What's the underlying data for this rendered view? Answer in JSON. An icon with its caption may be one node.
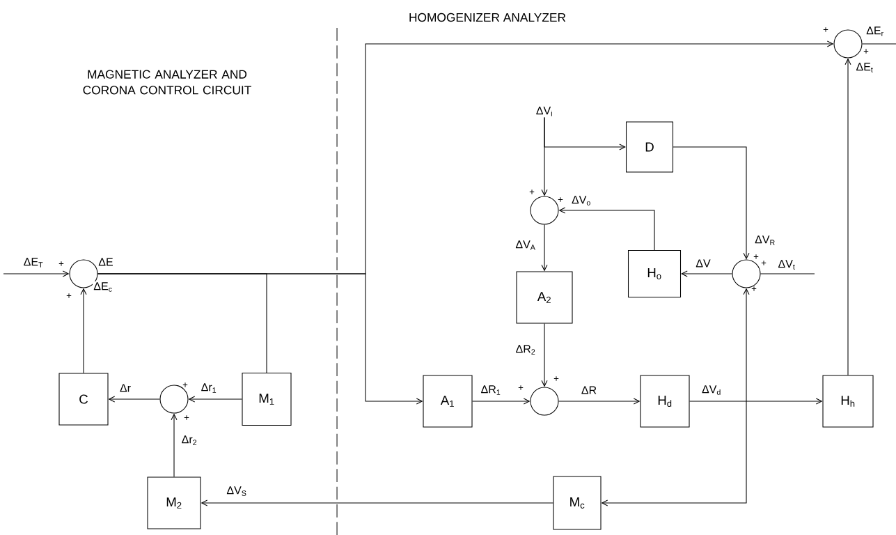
{
  "diagram": {
    "nodes": [
      {
        "text": [],
        "shape": "circle"
      },
      {
        "text": [
          "C"
        ]
      },
      {
        "text": [],
        "shape": "circle"
      },
      {
        "text": [
          "M$_{1}$"
        ]
      },
      {
        "text": [
          "M$_{2}$"
        ]
      },
      {
        "text": [
          "A$_{1}$"
        ]
      },
      {
        "text": [],
        "shape": "circle"
      },
      {
        "text": [
          "A$_{2}$"
        ]
      },
      {
        "text": [
          "H$_{d}$"
        ]
      },
      {
        "text": [
          "H$_{h}$"
        ]
      },
      {
        "text": [
          "M$_{c}$"
        ]
      },
      {
        "text": [],
        "shape": "circle"
      },
      {
        "text": [
          "D"
        ]
      },
      {
        "text": [
          "H$_{o}$"
        ]
      },
      {
        "text": [],
        "shape": "circle"
      },
      {
        "text": [],
        "shape": "circle"
      },
      {
        "text": [
          "ΔV$_{i}$"
        ]
      }
    ],
    "edges": [
      {
        "from": null,
        "to": 0,
        "arrow": "to",
        "label": "ΔE$_{T}$"
      },
      {
        "from": 0,
        "to": 5,
        "arrow": "to",
        "label": "ΔE"
      },
      {
        "from": 0,
        "to": 15,
        "arrow": "to"
      },
      {
        "from": 0,
        "to": 3,
        "arrow": "none"
      },
      {
        "from": 1,
        "to": 0,
        "arrow": "to",
        "label": "ΔE$_{c}$"
      },
      {
        "from": 3,
        "to": 2,
        "arrow": "to",
        "label": "Δr$_{1}$"
      },
      {
        "from": 2,
        "to": 1,
        "arrow": "to",
        "label": "Δr"
      },
      {
        "from": 4,
        "to": 2,
        "arrow": "to",
        "label": "Δr$_{2}$"
      },
      {
        "from": 10,
        "to": 4,
        "arrow": "to",
        "label": "ΔV$_{S}$"
      },
      {
        "from": 10,
        "to": 14,
        "arrow": "both"
      },
      {
        "from": 5,
        "to": 6,
        "arrow": "to",
        "label": "ΔR$_{1}$"
      },
      {
        "from": 7,
        "to": 6,
        "arrow": "to",
        "label": "ΔR$_{2}$"
      },
      {
        "from": 6,
        "to": 8,
        "arrow": "to",
        "label": "ΔR"
      },
      {
        "from": 8,
        "to": 9,
        "arrow": "to",
        "label": "ΔV$_{d}$"
      },
      {
        "from": 9,
        "to": 15,
        "arrow": "to",
        "label": "ΔE$_{t}$"
      },
      {
        "from": 15,
        "to": null,
        "arrow": "none",
        "label": "ΔE$_{r}$"
      },
      {
        "from": 16,
        "to": 11,
        "arrow": "to"
      },
      {
        "from": 16,
        "to": 12,
        "arrow": "to"
      },
      {
        "from": 11,
        "to": 7,
        "arrow": "to",
        "label": "ΔV$_{A}$"
      },
      {
        "from": 13,
        "to": 11,
        "arrow": "to",
        "label": "ΔV$_{o}$"
      },
      {
        "from": 12,
        "to": 14,
        "arrow": "to",
        "label": "ΔV$_{R}$"
      },
      {
        "from": 14,
        "to": 13,
        "arrow": "to",
        "label": "ΔV"
      },
      {
        "from": null,
        "to": 14,
        "arrow": "none",
        "label": "ΔV$_{t}$"
      }
    ],
    "labels": [
      "HOMOGENIZER ANALYZER",
      "+",
      "+",
      "MAGNETIC ANALYZER AND CORONA CONTROL CIRCUIT",
      "+",
      "+",
      "+",
      "+",
      "+",
      "+",
      "+",
      "+",
      "+",
      "+",
      "+"
    ]
  }
}
